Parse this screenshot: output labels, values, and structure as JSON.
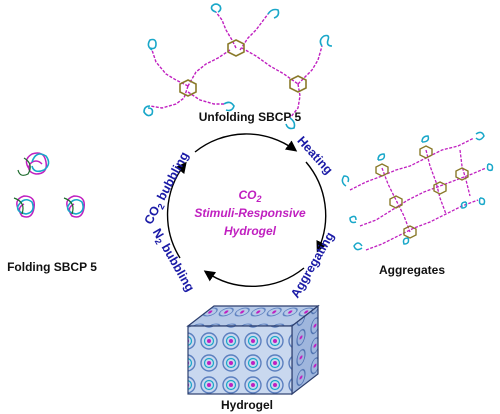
{
  "figure": {
    "unfolding_label": "Unfolding SBCP 5",
    "folding_label": "Folding SBCP 5",
    "aggregates_label": "Aggregates",
    "hydrogel_label": "Hydrogel"
  },
  "cycle": {
    "center_line1_main": "CO",
    "center_line1_sub": "2",
    "center_line2": "Stimuli-Responsive",
    "center_line3": "Hydrogel",
    "steps": {
      "co2_main": "CO",
      "co2_sub": "2",
      "co2_rest": " bubbling",
      "heating": "Heating",
      "aggregating": "Aggregating",
      "n2_main": "N",
      "n2_sub": "2",
      "n2_rest": " bubbling"
    }
  },
  "colors": {
    "cycle_label": "#1a1aa6",
    "center_label": "#c020c0",
    "polymer_block_a": "#19a7c9",
    "polymer_block_b": "#c020c0",
    "core_ring": "#8a7a2a",
    "hydrogel_cube": "#6f8fc8"
  }
}
